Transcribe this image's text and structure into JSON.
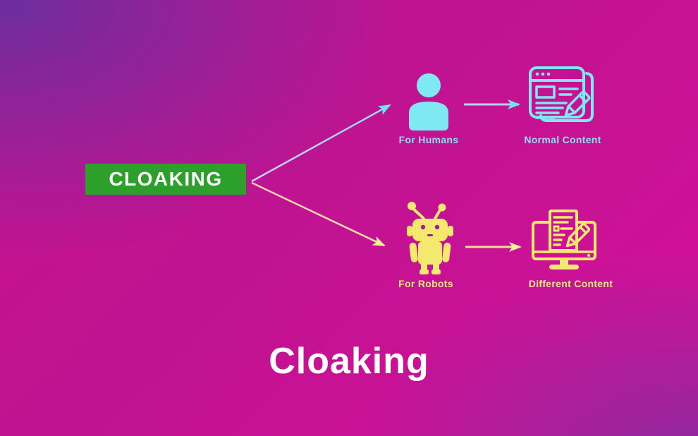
{
  "background": {
    "corner_top_left": "#6b2e9e",
    "corner_top_right": "#d5109a",
    "corner_bottom_left": "#d2129b",
    "corner_bottom_right": "#8a2b9e",
    "center": "#9c1b8c"
  },
  "colors": {
    "root_box_green": "#2da02b",
    "humans_cyan": "#7ee9f2",
    "robots_yellow": "#f2e96e",
    "arrow_up_line_start": "#cdd3f1",
    "arrow_up_line_end": "#8fd9f3",
    "arrow_up_head": "#6fe4f2",
    "arrow_down_line_start": "#eccfae",
    "arrow_down_line_end": "#f6e9a0",
    "arrow_down_head": "#f8ef9a",
    "title_white": "#ffffff"
  },
  "diagram": {
    "root": {
      "label": "CLOAKING"
    },
    "branches": [
      {
        "name": "humans",
        "accent_color": "#7ee9f2",
        "node": {
          "icon": "person-icon",
          "label": "For Humans"
        },
        "result": {
          "icon": "document-pencil-icon",
          "label": "Normal Content"
        }
      },
      {
        "name": "robots",
        "accent_color": "#f2e96e",
        "node": {
          "icon": "robot-icon",
          "label": "For Robots"
        },
        "result": {
          "icon": "monitor-document-pencil-icon",
          "label": "Different Content"
        }
      }
    ]
  },
  "caption": {
    "title": "Cloaking"
  }
}
